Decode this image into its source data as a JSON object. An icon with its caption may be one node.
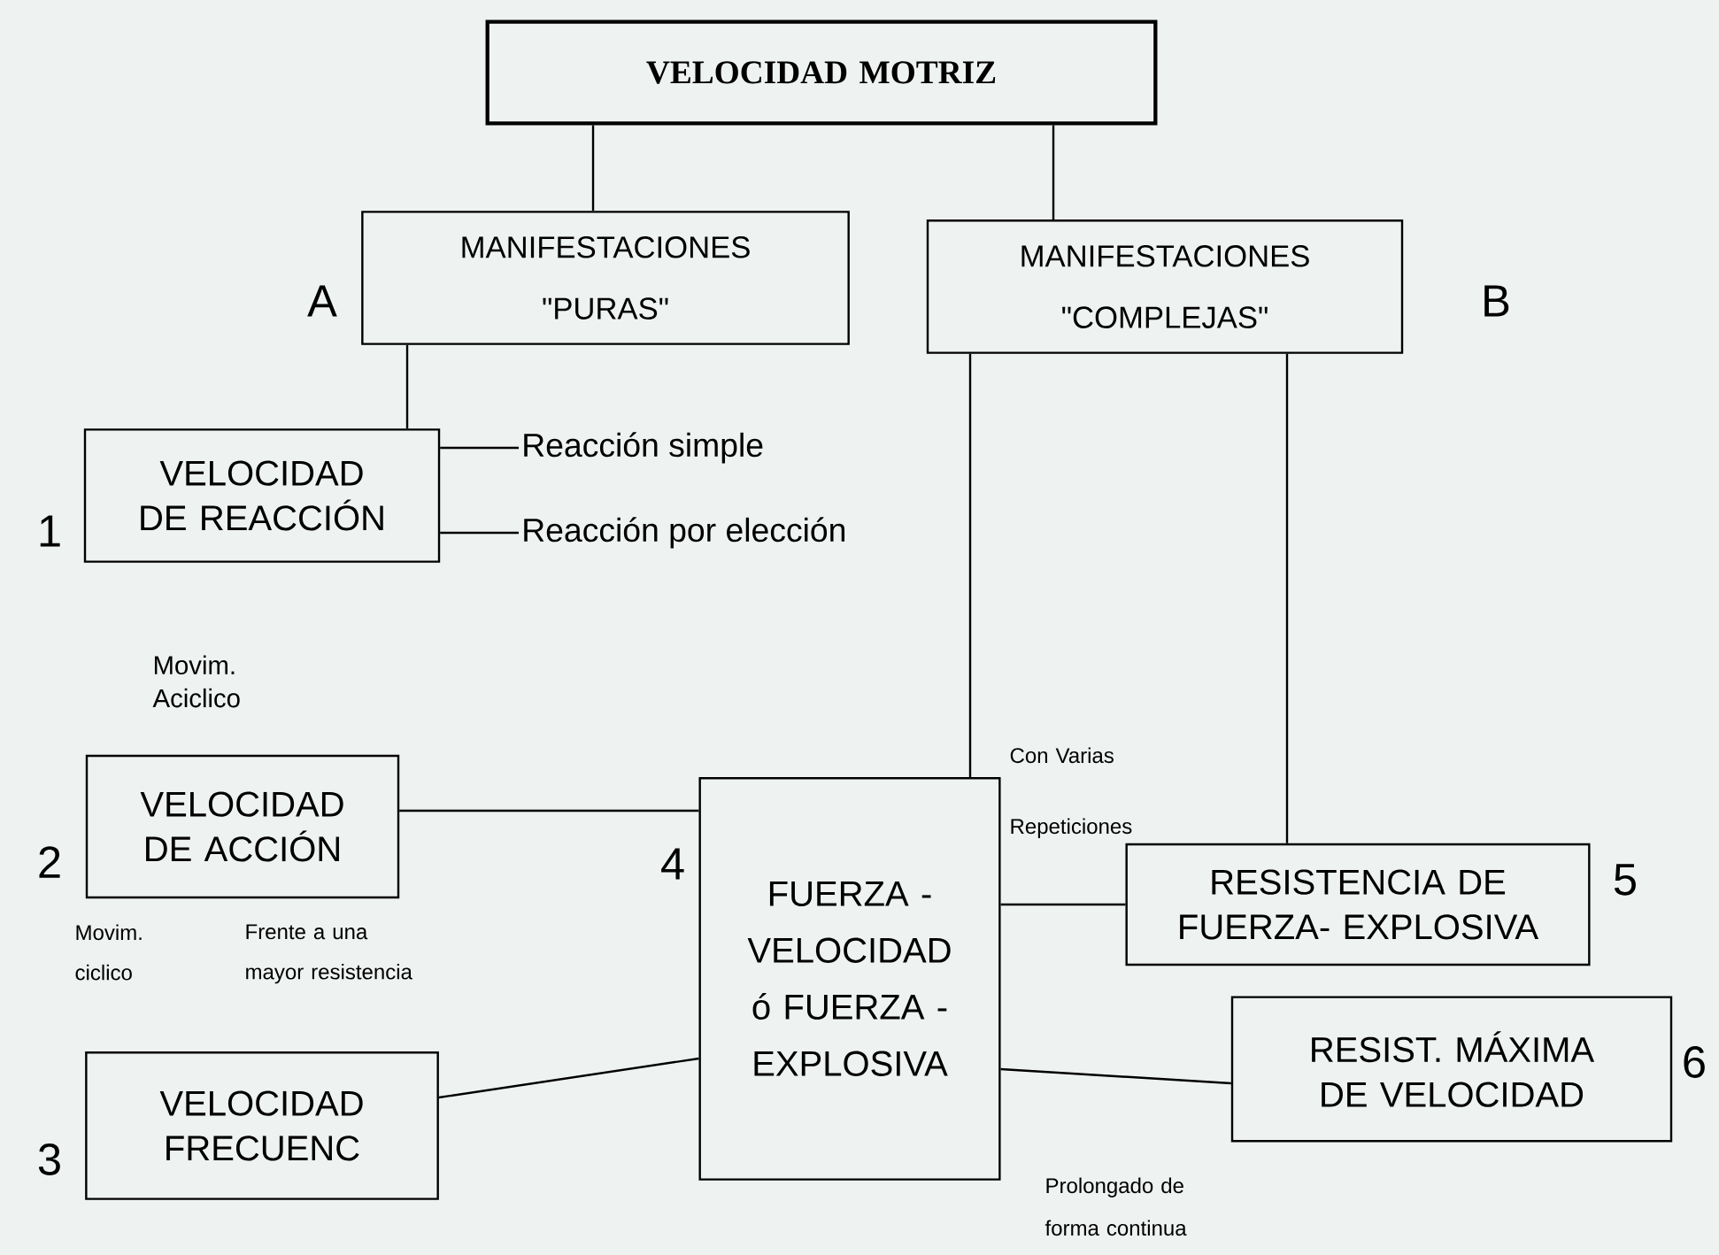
{
  "diagram": {
    "nodes": [
      {
        "text": [
          "VELOCIDAD MOTRIZ"
        ]
      },
      {
        "text": [
          "MANIFESTACIONES \"PURAS\""
        ],
        "beside": [
          "A"
        ]
      },
      {
        "text": [
          "MANIFESTACIONES \"COMPLEJAS\""
        ],
        "beside": [
          "B"
        ]
      },
      {
        "text": [
          "VELOCIDAD DE REACCIÓN"
        ],
        "beside": [
          "1"
        ]
      },
      {
        "text": [
          "Reacción simple"
        ]
      },
      {
        "text": [
          "Reacción por elección"
        ]
      },
      {
        "text": [
          "VELOCIDAD DE ACCIÓN"
        ],
        "beside": [
          "2"
        ]
      },
      {
        "text": [
          "VELOCIDAD FRECUENC"
        ],
        "beside": [
          "3"
        ]
      },
      {
        "text": [
          "FUERZA - VELOCIDAD ó FUERZA - EXPLOSIVA"
        ],
        "beside": [
          "4"
        ]
      },
      {
        "text": [
          "RESISTENCIA DE FUERZA- EXPLOSIVA"
        ],
        "beside": [
          "5"
        ]
      },
      {
        "text": [
          "RESIST. MÁXIMA DE VELOCIDAD"
        ],
        "beside": [
          "6"
        ]
      }
    ],
    "edges": [
      {
        "from": 0,
        "to": 1,
        "arrow": "none"
      },
      {
        "from": 0,
        "to": 2,
        "arrow": "none"
      },
      {
        "from": 1,
        "to": 3,
        "arrow": "none"
      },
      {
        "from": 3,
        "to": 4,
        "arrow": "none"
      },
      {
        "from": 3,
        "to": 5,
        "arrow": "none"
      },
      {
        "from": 2,
        "to": 8,
        "arrow": "none"
      },
      {
        "from": 2,
        "to": 9,
        "arrow": "none"
      },
      {
        "from": 6,
        "to": 8,
        "arrow": "none"
      },
      {
        "from": 7,
        "to": 8,
        "arrow": "none"
      },
      {
        "from": 8,
        "to": 9,
        "arrow": "none"
      },
      {
        "from": 8,
        "to": 10,
        "arrow": "none"
      }
    ],
    "labels": [
      "Movim. Aciclico",
      "Con Varias Repeticiones",
      "Movim. ciclico",
      "Frente a una mayor resistencia",
      "Prolongado de forma continua"
    ]
  }
}
